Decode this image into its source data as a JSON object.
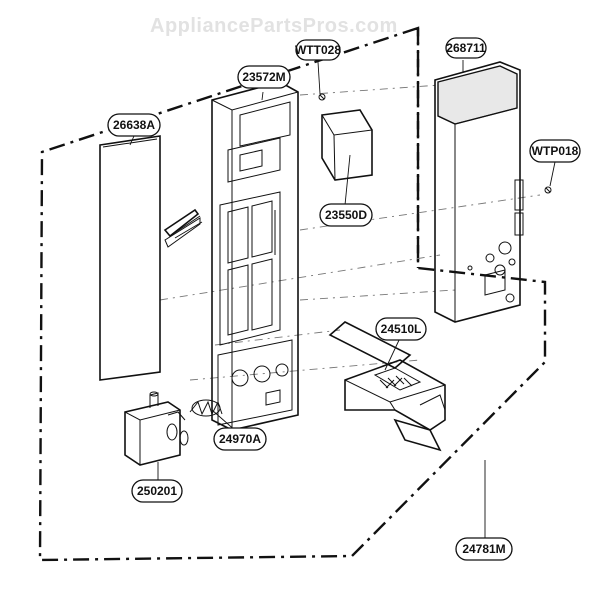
{
  "watermark": "AppliancePartsPros.com",
  "callouts": {
    "p268711": "268711",
    "pWTT028": "WTT028",
    "p23572M": "23572M",
    "p26638A": "26638A",
    "pWTP018": "WTP018",
    "p23550D": "23550D",
    "p24510L": "24510L",
    "p24970A": "24970A",
    "p250201": "250201",
    "p24781M": "24781M"
  }
}
